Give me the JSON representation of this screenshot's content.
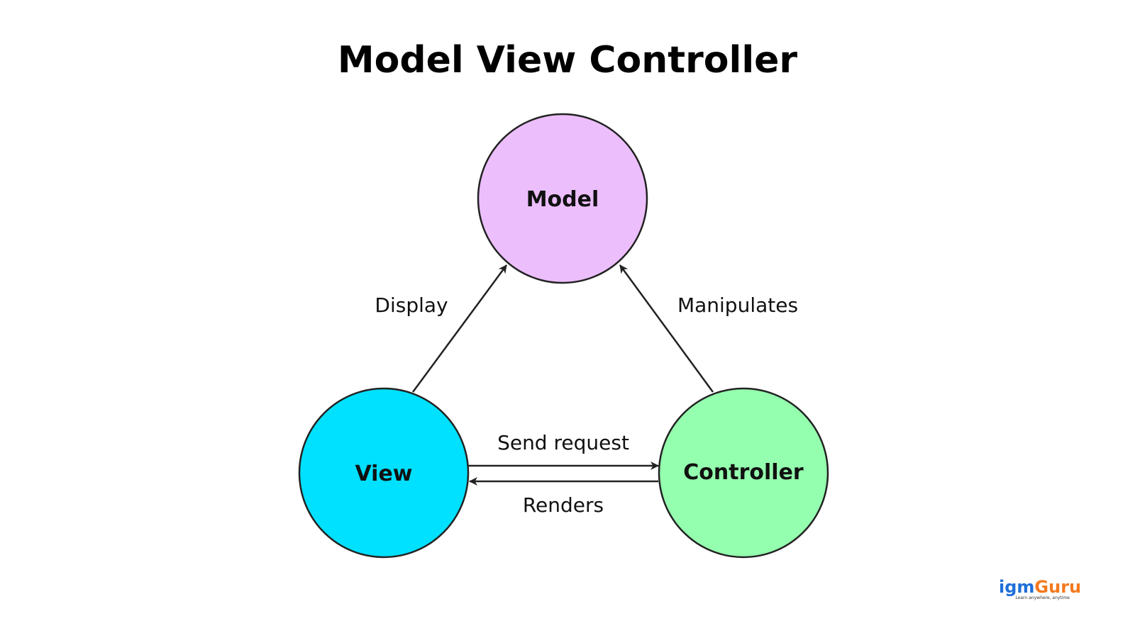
{
  "title": "Model View Controller",
  "nodes": {
    "model": {
      "label": "Model",
      "color": "#ECBFFC"
    },
    "view": {
      "label": "View",
      "color": "#00E0FF"
    },
    "controller": {
      "label": "Controller",
      "color": "#94FFAE"
    }
  },
  "edges": {
    "display": {
      "label": "Display",
      "from": "View",
      "to": "Model"
    },
    "manipulates": {
      "label": "Manipulates",
      "from": "Controller",
      "to": "Model"
    },
    "send_request": {
      "label": "Send request",
      "from": "View",
      "to": "Controller"
    },
    "renders": {
      "label": "Renders",
      "from": "Controller",
      "to": "View"
    }
  },
  "logo": {
    "part1": "igm",
    "part2": "Guru",
    "tagline": "Learn anywhere, anytime",
    "color1": "#1E6FD9",
    "color2": "#F47A1F"
  },
  "stroke_color": "#222222"
}
